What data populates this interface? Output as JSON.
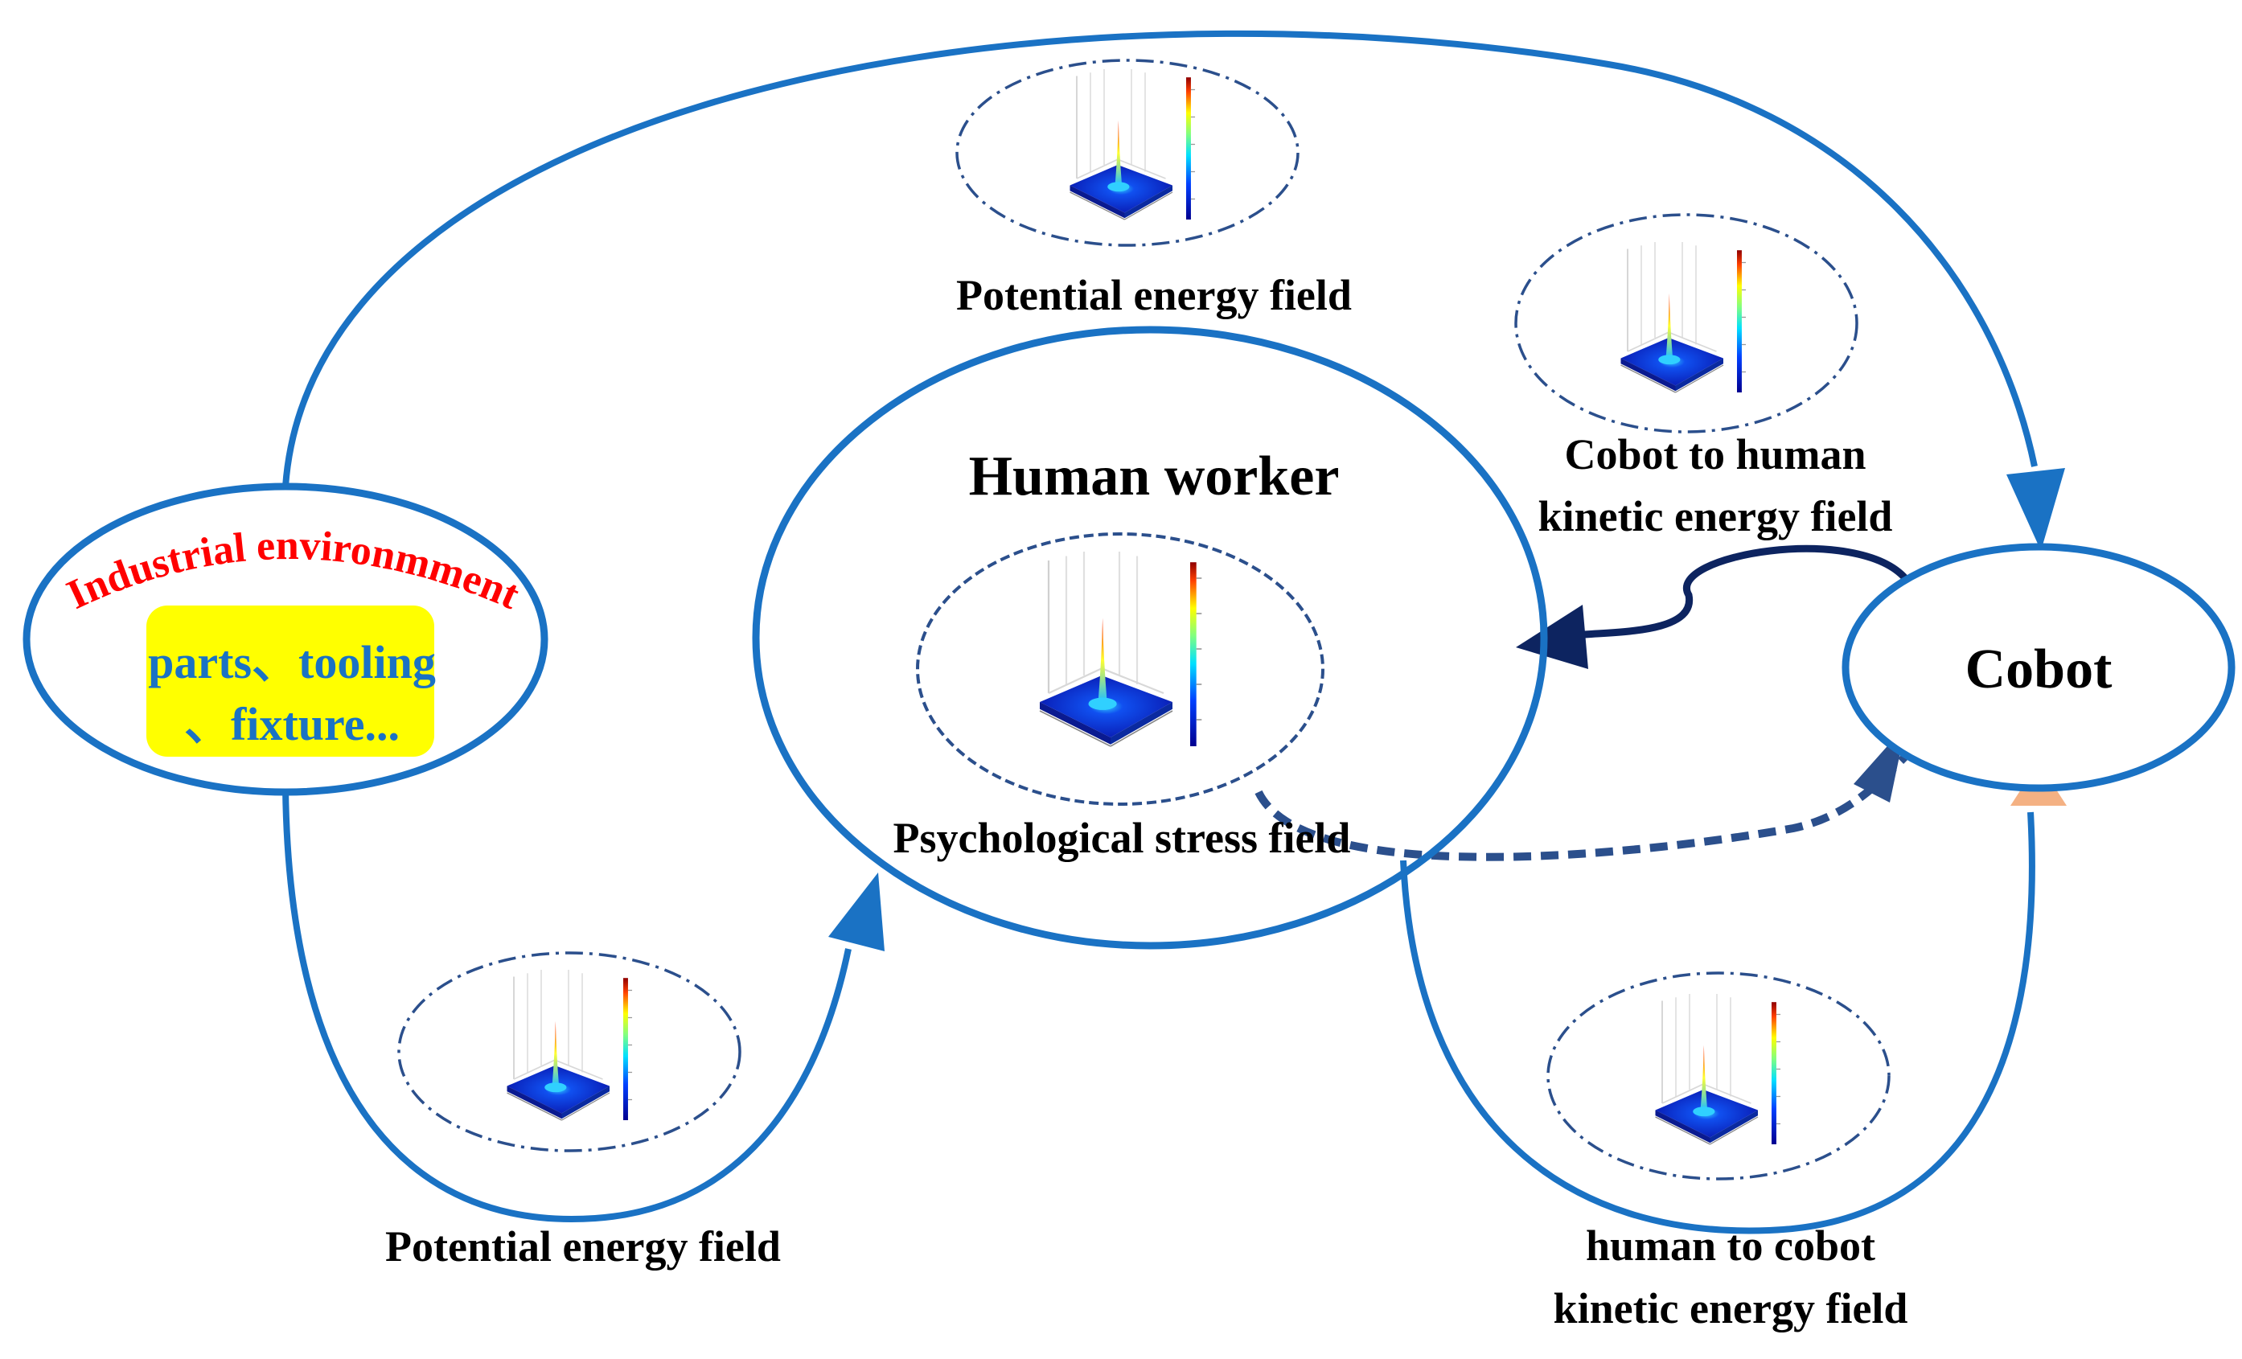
{
  "nodes": {
    "industrial": {
      "title": "Industrial environmment",
      "items_line1": "parts、tooling",
      "items_line2": "、fixture..."
    },
    "human": {
      "title": "Human worker"
    },
    "cobot": {
      "title": "Cobot"
    }
  },
  "fields": {
    "top": {
      "label": "Potential energy field"
    },
    "bottom_left": {
      "label": "Potential energy field"
    },
    "psych": {
      "label": "Psychological stress field"
    },
    "cobot_to_human": {
      "line1": "Cobot to human",
      "line2": "kinetic energy field"
    },
    "human_to_cobot": {
      "line1": "human to cobot",
      "line2": "kinetic energy field"
    }
  },
  "colors": {
    "main_blue": "#1a72c4",
    "navy": "#0d2460",
    "dashed_blue": "#2b4f8c",
    "industrial_title": "#ff0000",
    "items_text": "#1a72c4",
    "items_box": "#ffff00",
    "peach_arrow": "#f4b183"
  },
  "icons": [
    "field-surface-plot-icon"
  ]
}
